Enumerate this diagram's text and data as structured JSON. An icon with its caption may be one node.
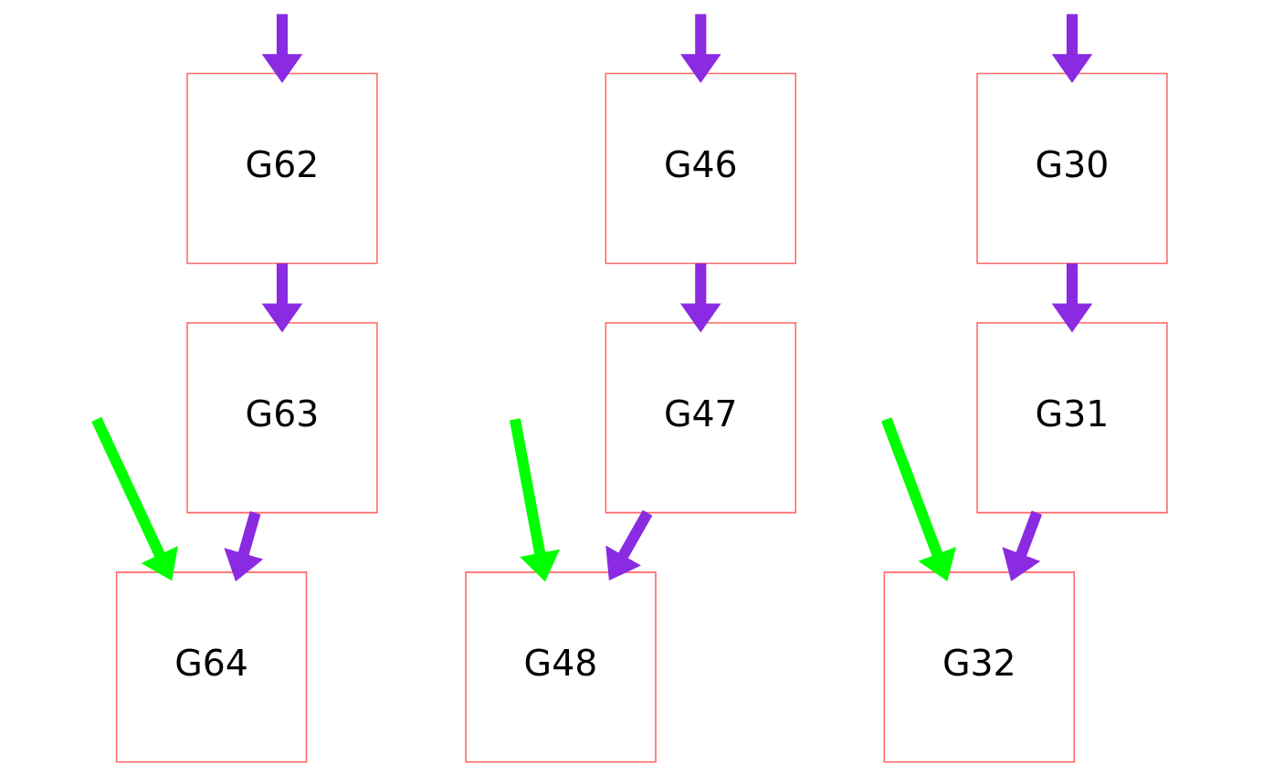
{
  "diagram": {
    "nodes": [
      {
        "text": [
          "G62"
        ]
      },
      {
        "text": [
          "G46"
        ]
      },
      {
        "text": [
          "G30"
        ]
      },
      {
        "text": [
          "G63"
        ]
      },
      {
        "text": [
          "G47"
        ]
      },
      {
        "text": [
          "G31"
        ]
      },
      {
        "text": [
          "G64"
        ]
      },
      {
        "text": [
          "G48"
        ]
      },
      {
        "text": [
          "G32"
        ]
      }
    ],
    "edges": [
      {
        "from": null,
        "to": 0,
        "arrow": "to"
      },
      {
        "from": null,
        "to": 1,
        "arrow": "to"
      },
      {
        "from": null,
        "to": 2,
        "arrow": "to"
      },
      {
        "from": 0,
        "to": 3,
        "arrow": "to"
      },
      {
        "from": 1,
        "to": 4,
        "arrow": "to"
      },
      {
        "from": 2,
        "to": 5,
        "arrow": "to"
      },
      {
        "from": 3,
        "to": 6,
        "arrow": "to"
      },
      {
        "from": 4,
        "to": 7,
        "arrow": "to"
      },
      {
        "from": 5,
        "to": 8,
        "arrow": "to"
      },
      {
        "from": null,
        "to": 6,
        "arrow": "to",
        "color": "#00ff00"
      },
      {
        "from": null,
        "to": 7,
        "arrow": "to",
        "color": "#00ff00"
      },
      {
        "from": null,
        "to": 8,
        "arrow": "to",
        "color": "#00ff00"
      }
    ]
  }
}
